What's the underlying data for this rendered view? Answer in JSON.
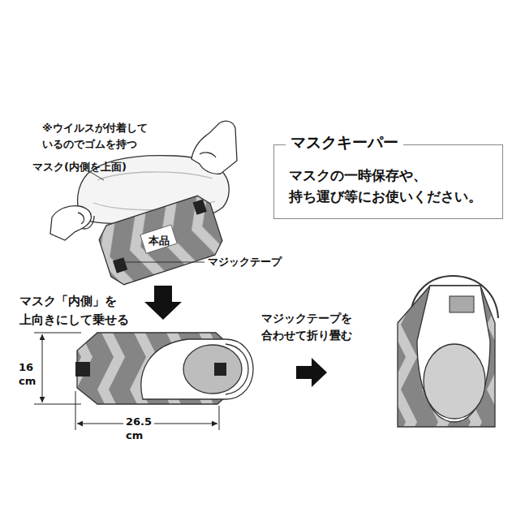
{
  "diagram": {
    "nodes": [
      {
        "text": [
          "マスクキーパー",
          "マスクの一時保存や、 持ち運び等にお使いください。"
        ]
      }
    ],
    "labels": [
      "※ウイルスが付着して いるのでゴムを持つ",
      "マスク(内側を上面)",
      "本品",
      "マジックテープ",
      "マスク「内側」を 上向きにして乗せる",
      "16 cm",
      "26.5 cm",
      "マジックテープを 合わせて折り畳む"
    ]
  }
}
